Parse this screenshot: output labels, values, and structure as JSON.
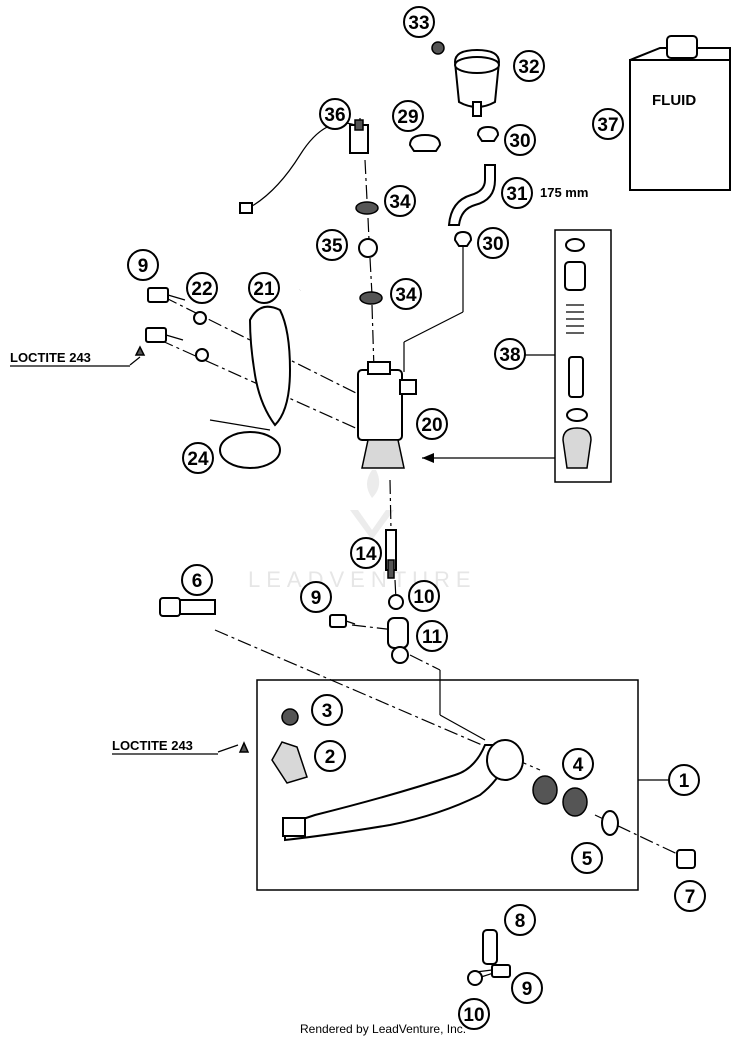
{
  "diagram": {
    "callouts": [
      {
        "id": "c33",
        "label": "33"
      },
      {
        "id": "c32",
        "label": "32"
      },
      {
        "id": "c37",
        "label": "37"
      },
      {
        "id": "c36",
        "label": "36"
      },
      {
        "id": "c29",
        "label": "29"
      },
      {
        "id": "c30a",
        "label": "30"
      },
      {
        "id": "c31",
        "label": "31"
      },
      {
        "id": "c34a",
        "label": "34"
      },
      {
        "id": "c30b",
        "label": "30"
      },
      {
        "id": "c35",
        "label": "35"
      },
      {
        "id": "c9a",
        "label": "9"
      },
      {
        "id": "c22",
        "label": "22"
      },
      {
        "id": "c21",
        "label": "21"
      },
      {
        "id": "c34b",
        "label": "34"
      },
      {
        "id": "c38",
        "label": "38"
      },
      {
        "id": "c20",
        "label": "20"
      },
      {
        "id": "c24",
        "label": "24"
      },
      {
        "id": "c14",
        "label": "14"
      },
      {
        "id": "c6",
        "label": "6"
      },
      {
        "id": "c9b",
        "label": "9"
      },
      {
        "id": "c10a",
        "label": "10"
      },
      {
        "id": "c11",
        "label": "11"
      },
      {
        "id": "c3",
        "label": "3"
      },
      {
        "id": "c2",
        "label": "2"
      },
      {
        "id": "c4",
        "label": "4"
      },
      {
        "id": "c1",
        "label": "1"
      },
      {
        "id": "c5",
        "label": "5"
      },
      {
        "id": "c7",
        "label": "7"
      },
      {
        "id": "c8",
        "label": "8"
      },
      {
        "id": "c9c",
        "label": "9"
      },
      {
        "id": "c10b",
        "label": "10"
      }
    ],
    "labels": {
      "loctite_top": "LOCTITE 243",
      "loctite_bottom": "LOCTITE 243",
      "hose_length": "175 mm",
      "fluid": "FLUID"
    },
    "watermark": "LEADVENTURE",
    "credit": "Rendered by LeadVenture, Inc."
  }
}
